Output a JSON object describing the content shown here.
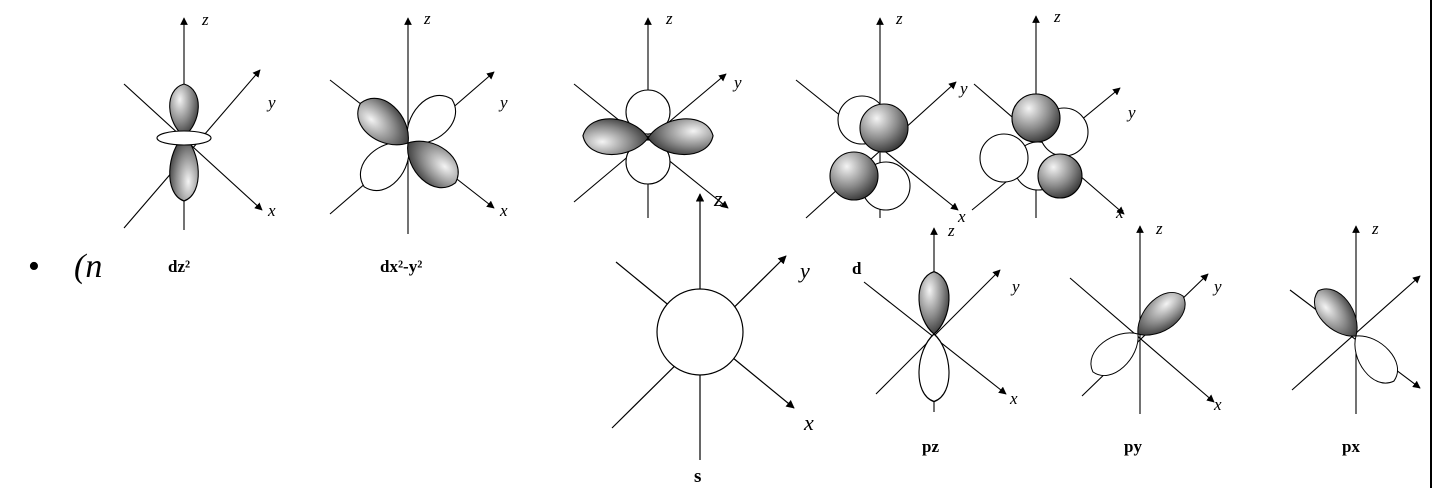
{
  "axis_labels": {
    "x": "x",
    "y": "y",
    "z": "z"
  },
  "captions": {
    "dz2": "dz²",
    "dx2y2": "dx²-y²",
    "d": "d",
    "s": "s",
    "pz": "pz",
    "py": "py",
    "px": "px"
  },
  "bullet": {
    "marker": "•",
    "text": "(n"
  },
  "colors": {
    "lobe_dark": "#1a1a1a",
    "lobe_mid": "#8c8c8c",
    "lobe_light": "#f2f2f2",
    "line": "#000000"
  }
}
